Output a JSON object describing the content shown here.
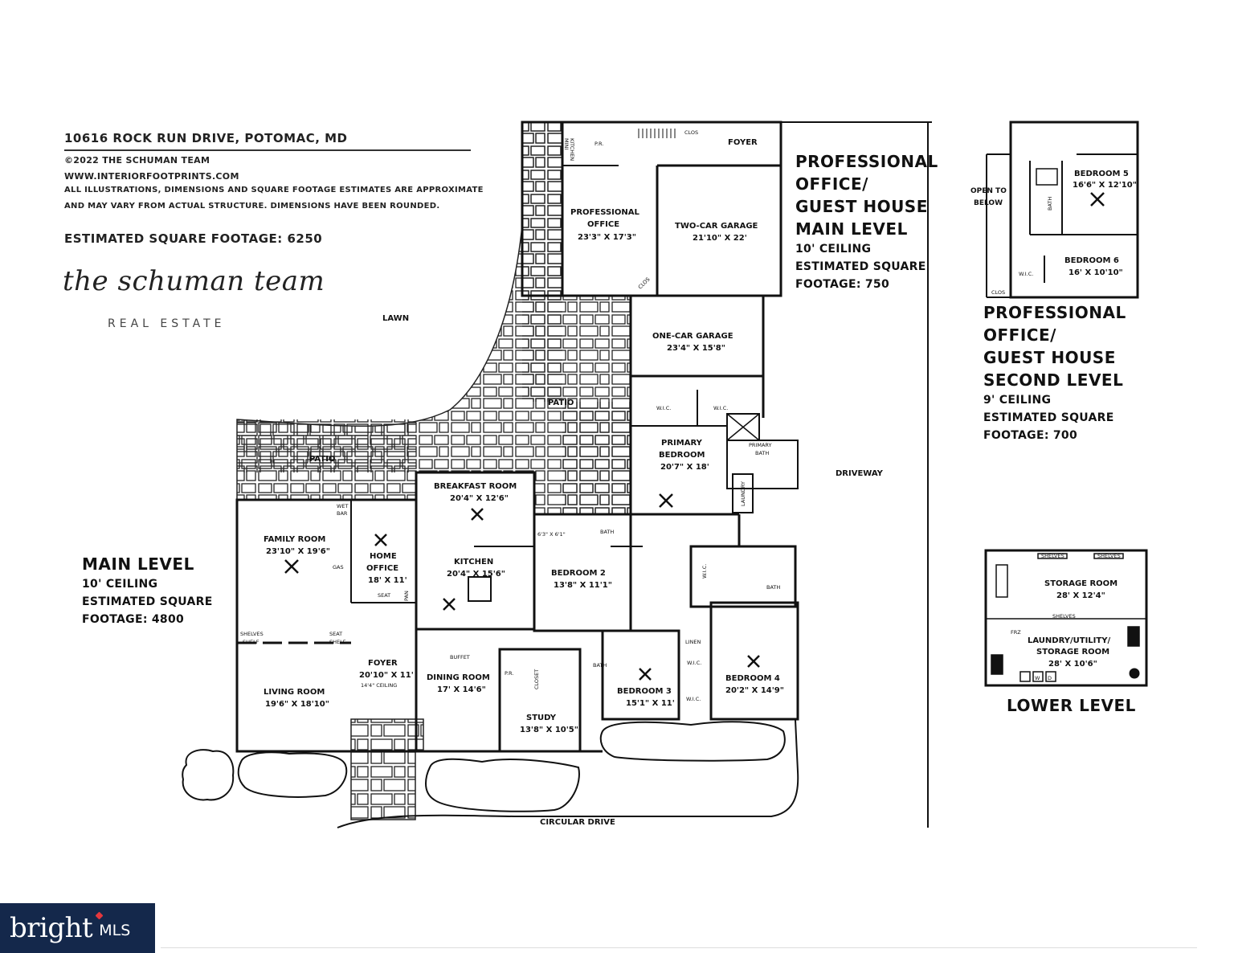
{
  "header": {
    "address": "10616 ROCK RUN DRIVE, POTOMAC, MD",
    "copyright": "©2022 THE SCHUMAN TEAM",
    "website": "WWW.INTERIORFOOTPRINTS.COM",
    "disclaimer_1": "ALL ILLUSTRATIONS, DIMENSIONS AND SQUARE FOOTAGE ESTIMATES ARE APPROXIMATE",
    "disclaimer_2": "AND MAY VARY FROM ACTUAL STRUCTURE. DIMENSIONS HAVE BEEN ROUNDED.",
    "estimated_total": "ESTIMATED SQUARE FOOTAGE: 6250"
  },
  "logo": {
    "name": "the schuman team",
    "sub": "REAL ESTATE"
  },
  "main_level": {
    "title": "MAIN LEVEL",
    "ceiling": "10' CEILING",
    "sqft_1": "ESTIMATED SQUARE",
    "sqft_2": "FOOTAGE: 4800"
  },
  "office_main": {
    "title_1": "PROFESSIONAL",
    "title_2": "OFFICE/",
    "title_3": "GUEST HOUSE",
    "title_4": "MAIN LEVEL",
    "ceiling": "10' CEILING",
    "sqft_1": "ESTIMATED SQUARE",
    "sqft_2": "FOOTAGE: 750"
  },
  "office_second": {
    "title_1": "PROFESSIONAL",
    "title_2": "OFFICE/",
    "title_3": "GUEST HOUSE",
    "title_4": "SECOND LEVEL",
    "ceiling": "9' CEILING",
    "sqft_1": "ESTIMATED SQUARE",
    "sqft_2": "FOOTAGE: 700"
  },
  "lower_level": {
    "title": "LOWER LEVEL"
  },
  "outdoor": {
    "lawn": "LAWN",
    "patio_1": "PATIO",
    "patio_2": "PATIO",
    "driveway": "DRIVEWAY",
    "circular_drive": "CIRCULAR DRIVE"
  },
  "rooms": {
    "mini_kitchen_1": "MINI",
    "mini_kitchen_2": "KITCHEN",
    "pr_office": "P.R.",
    "clos_top": "CLOS",
    "foyer_office": "FOYER",
    "prof_office_1": "PROFESSIONAL",
    "prof_office_2": "OFFICE",
    "prof_office_dim": "23'3\" X 17'3\"",
    "two_car_garage": "TWO-CAR GARAGE",
    "two_car_garage_dim": "21'10\" X 22'",
    "clos_garage": "CLOS",
    "one_car_garage": "ONE-CAR GARAGE",
    "one_car_garage_dim": "23'4\" X 15'8\"",
    "wic_left": "W.I.C.",
    "wic_right": "W.I.C.",
    "primary_bedroom_1": "PRIMARY",
    "primary_bedroom_2": "BEDROOM",
    "primary_bedroom_dim": "20'7\" X 18'",
    "primary_bath_1": "PRIMARY",
    "primary_bath_2": "BATH",
    "laundry": "LAUNDRY",
    "breakfast_room": "BREAKFAST ROOM",
    "breakfast_room_dim": "20'4\" X 12'6\"",
    "wet_bar_1": "WET",
    "wet_bar_2": "BAR",
    "family_room": "FAMILY ROOM",
    "family_room_dim": "23'10\" X 19'6\"",
    "home_office_1": "HOME",
    "home_office_2": "OFFICE",
    "home_office_dim": "18' X 11'",
    "gas_fp": "GAS",
    "seat": "SEAT",
    "pan": "PAN",
    "kitchen": "KITCHEN",
    "kitchen_dim": "20'4\" X 15'6\"",
    "bath_small_dim": "6'3\" X 6'1\"",
    "bath_1": "BATH",
    "bedroom_2": "BEDROOM 2",
    "bedroom_2_dim": "13'8\" X 11'1\"",
    "shelves_l": "SHELVES",
    "shelf_l": "SHELF",
    "seat_2": "SEAT",
    "shelf_r": "SHELF",
    "foyer_main": "FOYER",
    "foyer_main_dim": "20'10\" X 11'",
    "foyer_ceiling": "14'4\" CEILING",
    "buffet": "BUFFET",
    "living_room": "LIVING ROOM",
    "living_room_dim": "19'6\" X 18'10\"",
    "dining_room": "DINING ROOM",
    "dining_room_dim": "17' X 14'6\"",
    "pr_main": "P.R.",
    "closet": "CLOSET",
    "study": "STUDY",
    "study_dim": "13'8\" X 10'5\"",
    "bath_2": "BATH",
    "bedroom_3": "BEDROOM 3",
    "bedroom_3_dim": "15'1\" X 11'",
    "linen": "LINEN",
    "wic_b3": "W.I.C.",
    "wic_b3b": "W.I.C.",
    "wic_b4": "W.I.C.",
    "bath_3": "BATH",
    "bedroom_4": "BEDROOM 4",
    "bedroom_4_dim": "20'2\" X 14'9\""
  },
  "second_level_rooms": {
    "open_to_below_1": "OPEN TO",
    "open_to_below_2": "BELOW",
    "bedroom_5": "BEDROOM 5",
    "bedroom_5_dim": "16'6\" X 12'10\"",
    "bath": "BATH",
    "bedroom_6": "BEDROOM 6",
    "bedroom_6_dim": "16' X 10'10\"",
    "wic": "W.I.C.",
    "clos": "CLOS"
  },
  "lower_level_rooms": {
    "storage_room": "STORAGE ROOM",
    "storage_room_dim": "28' X 12'4\"",
    "laundry_1": "LAUNDRY/UTILITY/",
    "laundry_2": "STORAGE ROOM",
    "laundry_dim": "28' X 10'6\"",
    "shelves_1": "SHELVES",
    "shelves_2": "SHELVES",
    "shelves_3": "SHELVES",
    "frz": "FRZ",
    "w": "W",
    "d": "D"
  },
  "watermark": {
    "brand": "bright",
    "suffix": "MLS"
  }
}
